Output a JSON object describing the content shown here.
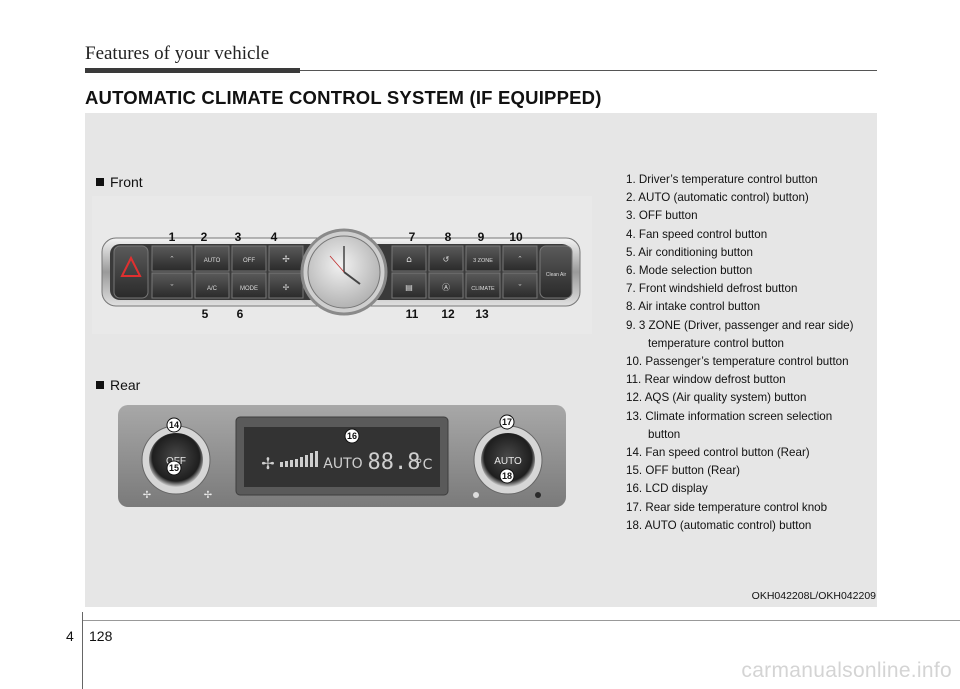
{
  "header": {
    "title": "Features of your vehicle"
  },
  "section_title": "AUTOMATIC CLIMATE CONTROL SYSTEM (IF EQUIPPED)",
  "front_label": "Front",
  "rear_label": "Rear",
  "front_panel": {
    "buttons": {
      "auto": "AUTO",
      "off": "OFF",
      "ac": "A/C",
      "mode": "MODE",
      "three_zone": "3 ZONE",
      "climate": "CLIMATE",
      "clean_air": "Clean Air"
    },
    "callouts_top": [
      "1",
      "2",
      "3",
      "4",
      "7",
      "8",
      "9",
      "10"
    ],
    "callouts_bottom": [
      "5",
      "6",
      "11",
      "12",
      "13"
    ]
  },
  "rear_panel": {
    "left_knob": "OFF",
    "right_knob": "AUTO",
    "lcd_auto": "AUTO",
    "lcd_temp": "88.8",
    "lcd_unit": "°C",
    "callouts": [
      "14",
      "15",
      "16",
      "17",
      "18"
    ]
  },
  "legend": [
    "1. Driver’s temperature control button",
    "2. AUTO (automatic control) button)",
    "3. OFF button",
    "4. Fan speed control button",
    "5. Air conditioning button",
    "6. Mode selection button",
    "7. Front windshield defrost button",
    "8. Air intake control button",
    "9. 3 ZONE (Driver, passenger and rear side)",
    "temperature control button",
    "10. Passenger’s temperature control button",
    "11. Rear window defrost button",
    "12. AQS (Air quality system) button",
    "13. Climate information screen selection",
    "button",
    "14. Fan speed control button (Rear)",
    "15. OFF button (Rear)",
    "16. LCD display",
    "17. Rear side temperature control knob",
    "18. AUTO (automatic control) button"
  ],
  "image_code": "OKH042208L/OKH042209",
  "page": {
    "chapter": "4",
    "number": "128"
  },
  "watermark": "carmanualsonline.info"
}
